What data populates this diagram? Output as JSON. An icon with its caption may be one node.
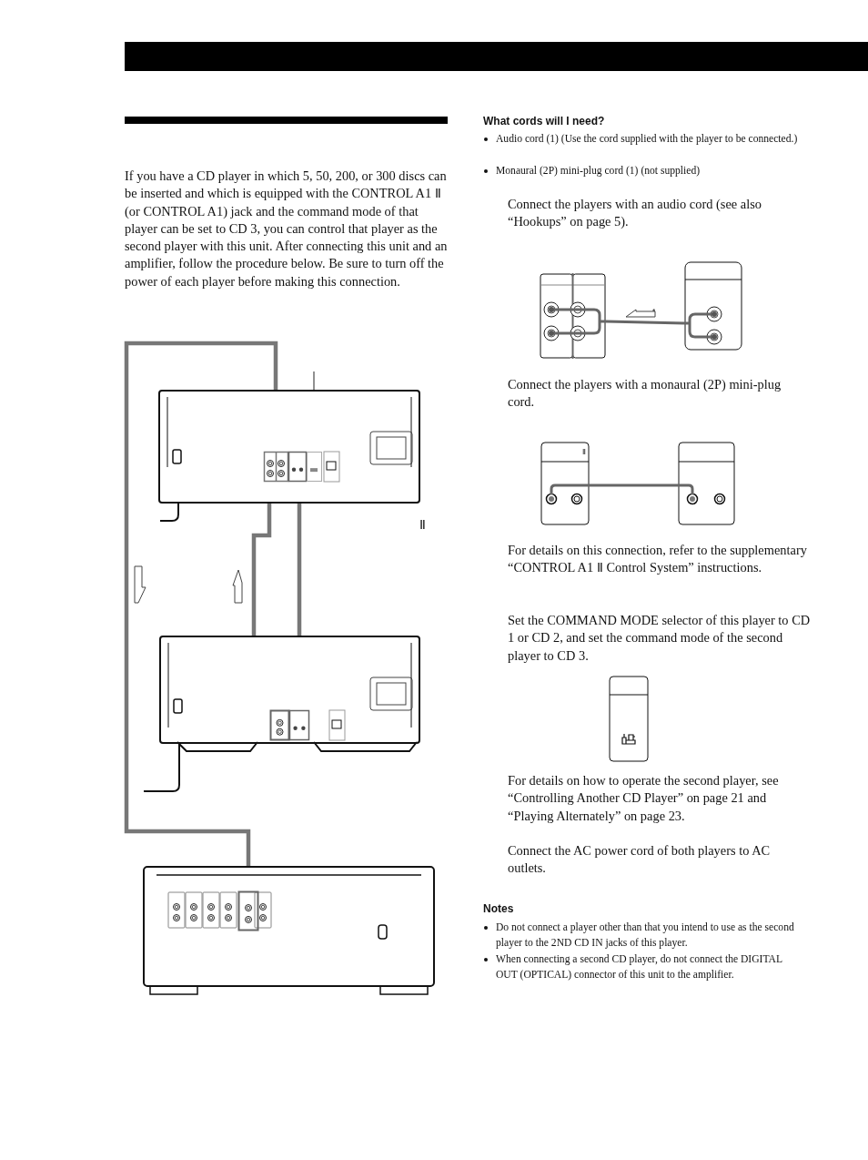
{
  "diagram": {
    "nodes": [
      {
        "text": [],
        "shape": "box"
      },
      {
        "text": [],
        "shape": "box",
        "in": 0
      },
      {
        "text": [],
        "shape": "box",
        "in": 0
      },
      {
        "text": [],
        "shape": "box",
        "in": 0
      },
      {
        "text": [],
        "shape": "box"
      },
      {
        "text": [],
        "shape": "box",
        "in": 4
      },
      {
        "text": [],
        "shape": "box",
        "in": 4
      },
      {
        "text": [],
        "shape": "box"
      },
      {
        "text": [],
        "shape": "box",
        "in": 7
      },
      {
        "text": [],
        "shape": "box"
      },
      {
        "text": [],
        "shape": "box"
      },
      {
        "text": [],
        "shape": "box"
      },
      {
        "text": [],
        "shape": "box"
      },
      {
        "text": [],
        "shape": "box"
      }
    ],
    "edges": [
      {
        "from": 8,
        "to": 1,
        "arrow": "both"
      },
      {
        "from": 5,
        "to": 1,
        "arrow": "both"
      },
      {
        "from": 6,
        "to": 2,
        "arrow": "both"
      },
      {
        "from": null,
        "to": 3,
        "arrow": "none"
      },
      {
        "from": 10,
        "to": 9,
        "arrow": "none"
      },
      {
        "from": 11,
        "to": 12,
        "arrow": "none"
      },
      {
        "from": 10,
        "to": 9,
        "arrow": "to"
      }
    ],
    "labels": [
      "If you have a CD player in which 5, 50, 200, or 300 discs can be inserted and which is equipped with the CONTROL A1 Ⅱ (or CONTROL A1) jack and the command mode of that player can be set to CD 3, you can control that player as the second player with this unit. After connecting this unit and an amplifier, follow the procedure below. Be sure to turn off the power of each player before making this connection.",
      "Ⅱ",
      "What cords will I need?",
      "Audio cord (1) (Use the cord supplied with the player to be connected.)",
      "Monaural (2P) mini-plug cord (1) (not supplied)",
      "Connect the players with an audio cord (see also “Hookups” on page 5).",
      "Connect the players with a monaural (2P) mini-plug cord.",
      "Ⅱ",
      "For details on this connection, refer to the supplementary “CONTROL A1 Ⅱ Control System” instructions.",
      "Set the COMMAND MODE selector of this player to CD 1 or CD 2, and set the command mode of the second player to CD 3.",
      "For details on how to operate the second player, see “Controlling Another CD Player” on page 21 and “Playing Alternately” on page 23.",
      "Connect the AC power cord of both players to AC outlets.",
      "Notes",
      "Do not connect a player other than that you intend to use as the second player to the 2ND CD IN jacks of this player.",
      "When connecting a second CD player, do not connect the DIGITAL OUT (OPTICAL) connector of this unit to the amplifier."
    ]
  }
}
